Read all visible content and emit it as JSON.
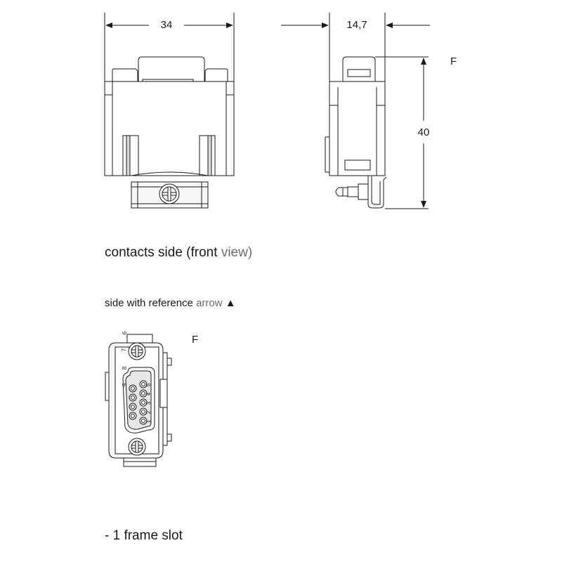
{
  "dimensions": {
    "width_front": "34",
    "width_side": "14,7",
    "height_side": "40"
  },
  "labels": {
    "f_top": "F",
    "f_bottom": "F"
  },
  "captions": {
    "contacts_side_a": "contacts side (front",
    "contacts_side_b": "view)",
    "reference_a": "side with reference",
    "reference_b": "arrow",
    "reference_symbol": "▲",
    "frame_slot": "- 1 frame slot"
  },
  "pins": [
    "1",
    "2",
    "3",
    "4",
    "5",
    "6",
    "7",
    "8",
    "9"
  ],
  "icons": {
    "screw": "screw-head-icon",
    "reference": "triangle-up-icon"
  },
  "colors": {
    "line": "#1a1a1a",
    "fill_light": "#f4f4f4",
    "fill_shade": "#d9d9d9"
  }
}
